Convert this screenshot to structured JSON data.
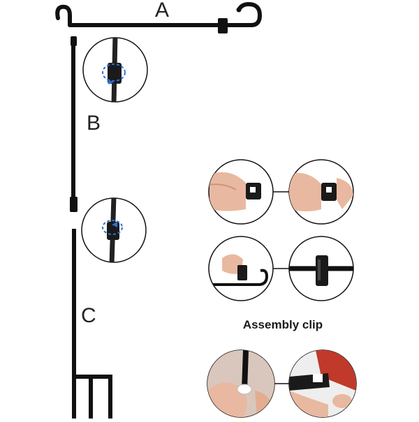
{
  "labels": {
    "part_a": "A",
    "part_b": "B",
    "part_c": "C"
  },
  "caption": "Assembly clip",
  "colors": {
    "pole": "#111111",
    "clip_highlight": "#2f6fd6",
    "skin": "#e8b9a0",
    "flag_red": "#c0392b"
  }
}
